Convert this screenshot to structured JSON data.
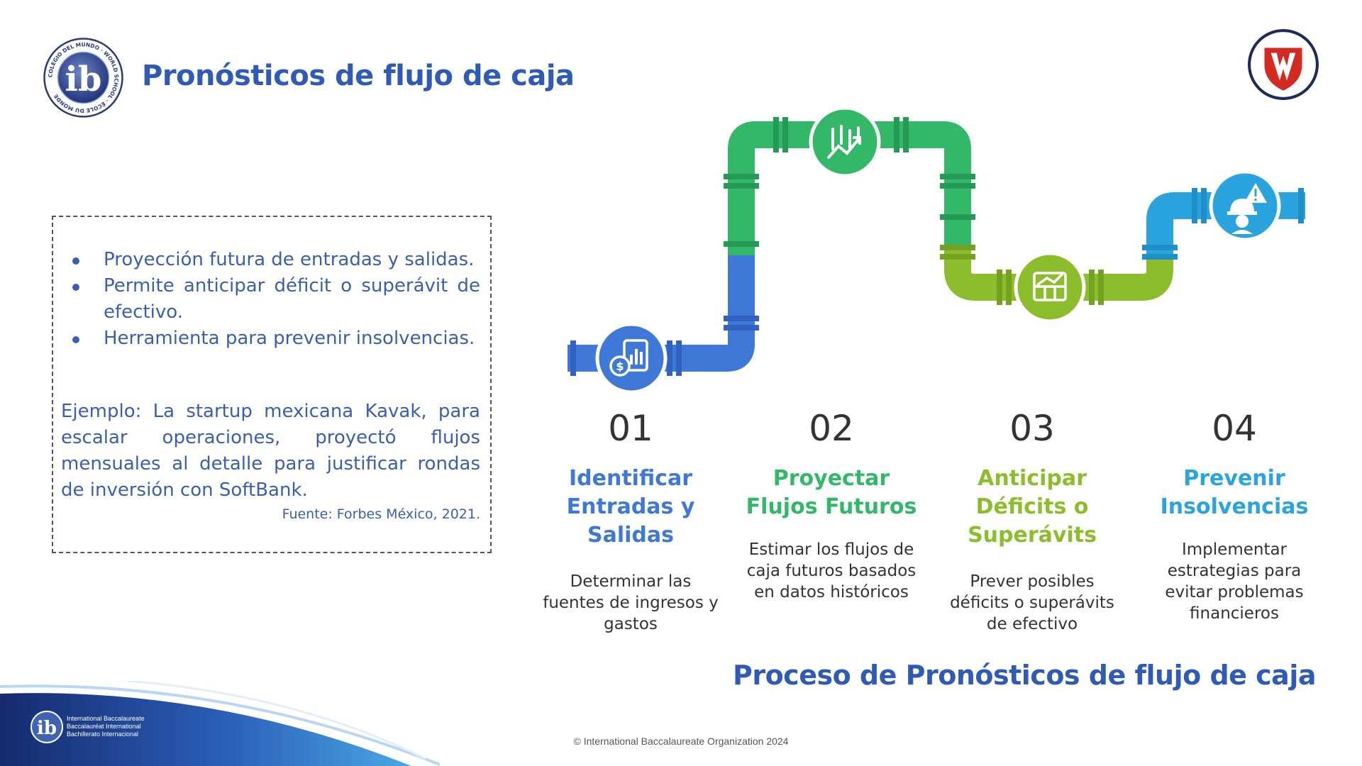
{
  "page": {
    "title": "Pronósticos de flujo de caja",
    "process_caption": "Proceso de Pronósticos de flujo de caja",
    "copyright": "© International Baccalaureate Organization 2024"
  },
  "logos": {
    "ib_seal_text": "COLEGIO DEL MUNDO · WORLD SCHOOL · ÉCOLE DU MONDE",
    "ib_footer_lines": [
      "International Baccalaureate",
      "Baccalauréat International",
      "Bachillerato Internacional"
    ]
  },
  "info_box": {
    "bullets": [
      "Proyección futura de entradas y salidas.",
      "Permite anticipar déficit o superávit de efectivo.",
      "Herramienta para prevenir insolvencias."
    ],
    "example": "Ejemplo: La startup mexicana Kavak, para escalar operaciones, proyectó flujos mensuales al detalle para justificar rondas de inversión con SoftBank.",
    "source": "Fuente: Forbes México, 2021."
  },
  "steps": [
    {
      "number": "01",
      "title": "Identificar Entradas y Salidas",
      "description": "Determinar las fuentes de ingresos y gastos",
      "color": "#3f78d6",
      "icon": "money-report-icon"
    },
    {
      "number": "02",
      "title": "Proyectar Flujos Futuros",
      "description": "Estimar los flujos de caja futuros basados en datos históricos",
      "color": "#33b86a",
      "icon": "growth-chart-icon"
    },
    {
      "number": "03",
      "title": "Anticipar Déficits o Superávits",
      "description": "Prever posibles déficits o superávits de efectivo",
      "color": "#8cbd2d",
      "icon": "bar-chart-grid-icon"
    },
    {
      "number": "04",
      "title": "Prevenir Insolvencias",
      "description": "Implementar estrategias para evitar problemas financieros",
      "color": "#2aa3de",
      "icon": "worker-warning-icon"
    }
  ],
  "colors": {
    "title": "#2f5bb7",
    "text": "#3a5eb0",
    "pipe_blue": "#3f78d6",
    "pipe_green": "#33b86a",
    "pipe_lime": "#8cbd2d",
    "pipe_cyan": "#2aa3de",
    "school_red": "#d42a22",
    "school_navy": "#1c2a5c"
  }
}
